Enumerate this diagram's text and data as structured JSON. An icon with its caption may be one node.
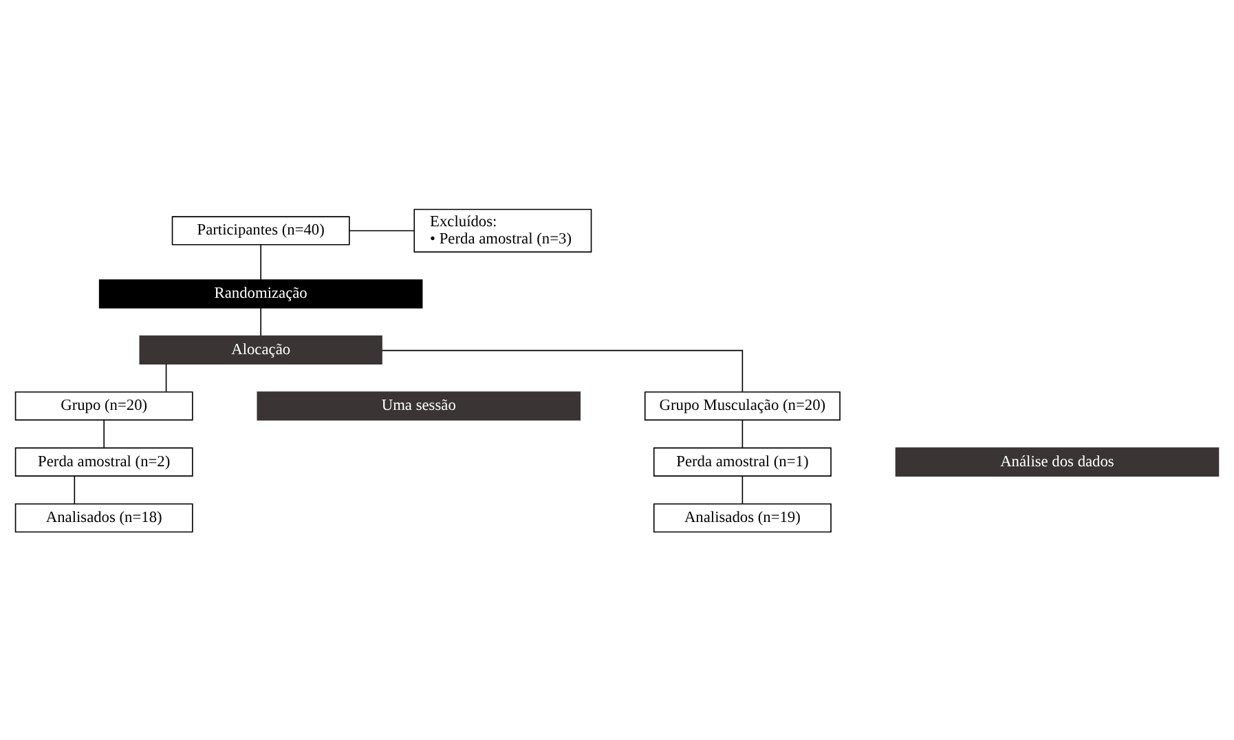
{
  "diagram": {
    "nodes": [
      {
        "text": [
          "Participantes (n=40)"
        ]
      },
      {
        "text": [
          "Excluídos:",
          "• Perda amostral (n=3)"
        ]
      },
      {
        "text": [
          "Randomização"
        ]
      },
      {
        "text": [
          "Alocação"
        ]
      },
      {
        "text": [
          "Grupo (n=20)"
        ]
      },
      {
        "text": [
          "Grupo Musculação (n=20)"
        ]
      },
      {
        "text": [
          "Uma sessão"
        ]
      },
      {
        "text": [
          "Perda amostral (n=2)"
        ]
      },
      {
        "text": [
          "Perda amostral (n=1)"
        ]
      },
      {
        "text": [
          "Análise dos dados"
        ]
      },
      {
        "text": [
          "Analisados (n=18)"
        ]
      },
      {
        "text": [
          "Analisados (n=19)"
        ]
      }
    ],
    "edges": [
      {
        "from": 0,
        "to": 2,
        "arrow": "none"
      },
      {
        "from": 0,
        "to": 1,
        "arrow": "none"
      },
      {
        "from": 2,
        "to": 3,
        "arrow": "none"
      },
      {
        "from": 3,
        "to": 4,
        "arrow": "none"
      },
      {
        "from": 3,
        "to": 5,
        "arrow": "none"
      },
      {
        "from": 4,
        "to": 7,
        "arrow": "none"
      },
      {
        "from": 5,
        "to": 8,
        "arrow": "none"
      },
      {
        "from": 7,
        "to": 10,
        "arrow": "none"
      },
      {
        "from": 8,
        "to": 11,
        "arrow": "none"
      }
    ]
  }
}
